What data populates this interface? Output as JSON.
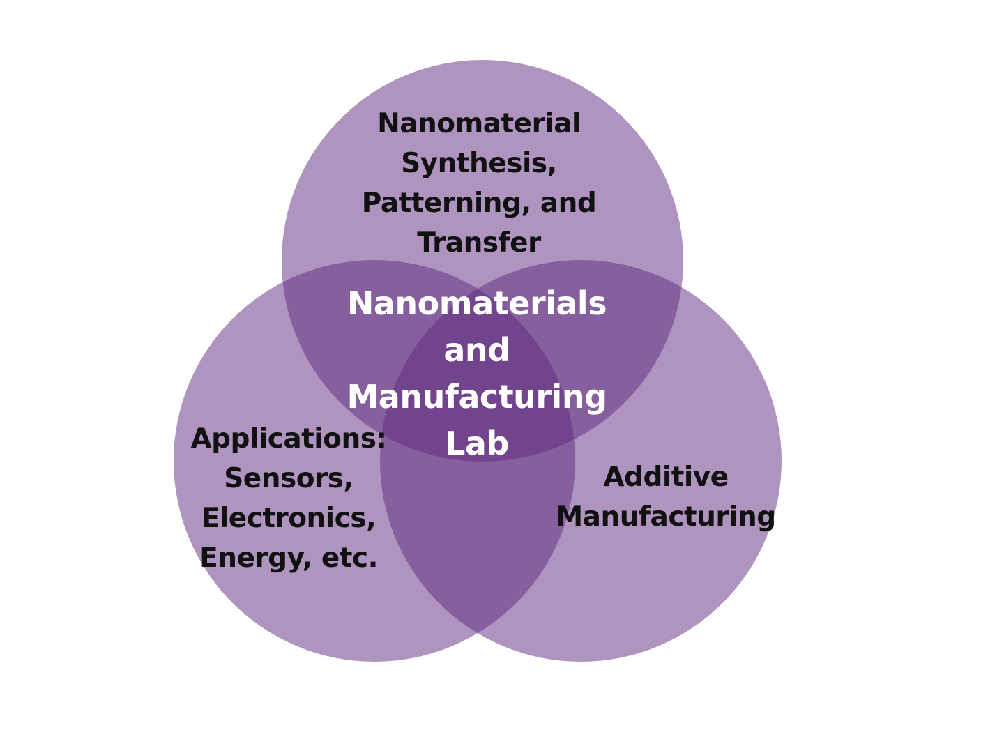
{
  "colors": {
    "background": "#ffffff",
    "circle_fill": "#5e2a7e",
    "circle_opacity": 0.5,
    "outer_text": "#111111",
    "center_text": "#ffffff"
  },
  "diagram": {
    "type": "venn",
    "center": {
      "lines": [
        "Nanomaterials",
        "and",
        "Manufacturing",
        "Lab"
      ]
    },
    "circles": [
      {
        "id": "top",
        "lines": [
          "Nanomaterial",
          "Synthesis,",
          "Patterning, and",
          "Transfer"
        ]
      },
      {
        "id": "left",
        "lines": [
          "Applications:",
          "Sensors,",
          "Electronics,",
          "Energy, etc."
        ]
      },
      {
        "id": "right",
        "lines": [
          "Additive",
          "Manufacturing"
        ]
      }
    ]
  }
}
